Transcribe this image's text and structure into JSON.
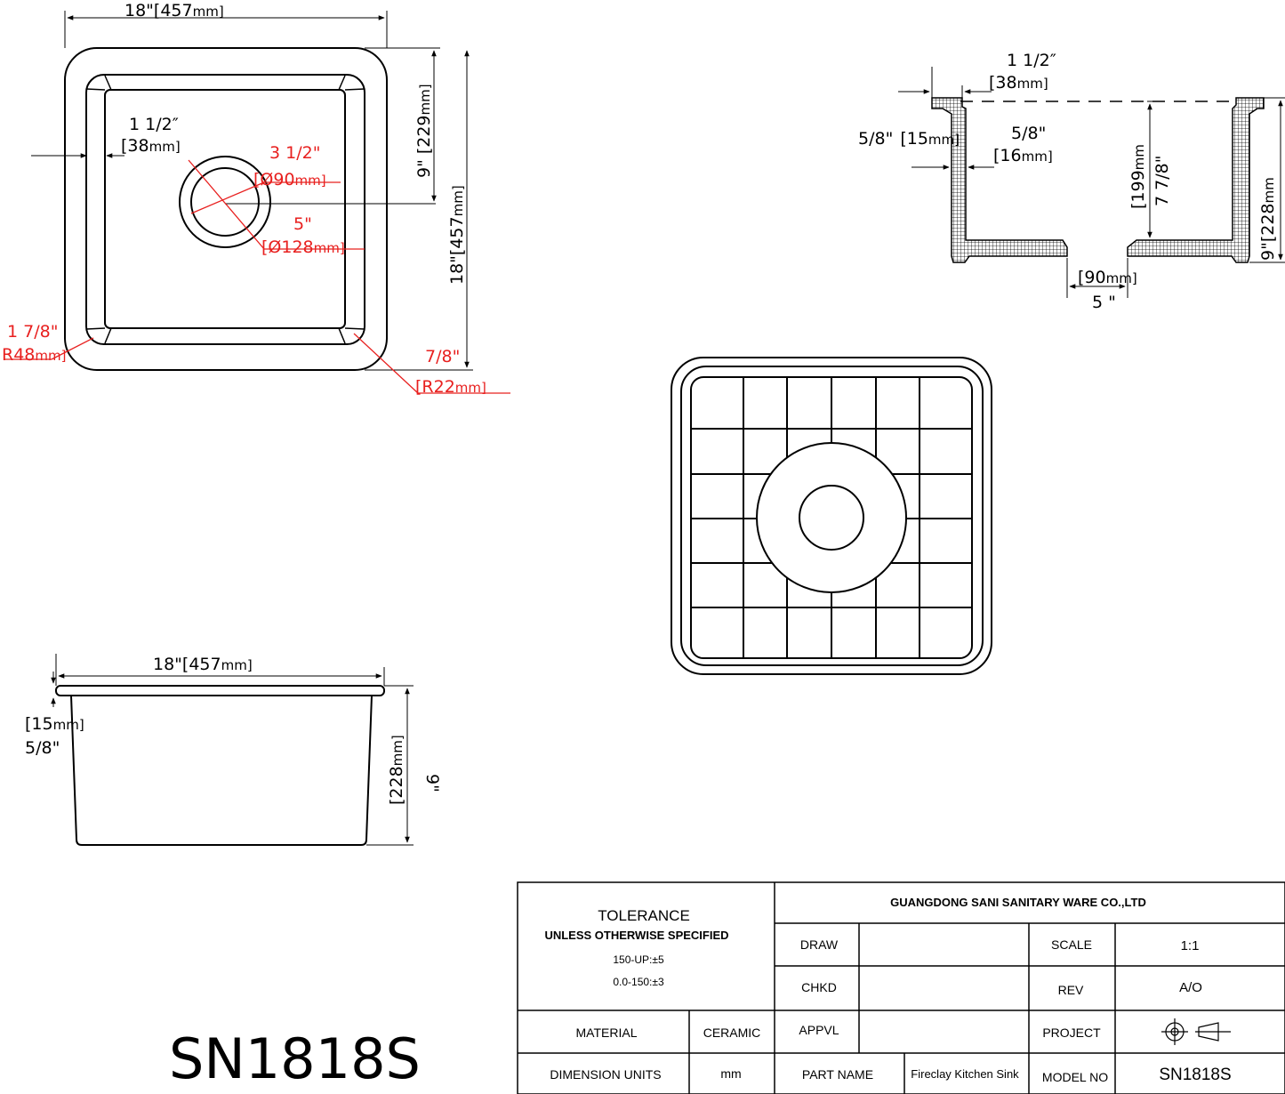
{
  "top_view": {
    "width_in": "18\"",
    "width_mm": "[457",
    "unit": "mm]",
    "offset_in": "1 1/2″",
    "offset_mm": "[38",
    "offset_unit": "mm]",
    "drain_in": "3 1/2\"",
    "drain_mm": "[Ø90",
    "drain_unit": "mm]",
    "flange_in": "5\"",
    "flange_mm": "[Ø128",
    "flange_unit": "mm]",
    "half_in": "9\"",
    "half_mm": "[229",
    "half_unit": "mm]",
    "height_in": "18\"",
    "height_mm": "[457",
    "height_unit": "mm]",
    "outer_radius_in": "1 7/8\"",
    "outer_radius_mm": "R48",
    "outer_radius_unit": "mm]",
    "inner_radius_in": "7/8\"",
    "inner_radius_mm": "[R22",
    "inner_radius_unit": "mm]"
  },
  "section_view": {
    "rim_in": "1 1/2″",
    "rim_mm": "[38",
    "rim_unit": "mm]",
    "wall_in": "5/8\"",
    "wall_mm": "[15",
    "wall_unit": "mm]",
    "side_in": "5/8\"",
    "side_mm": "[16",
    "side_unit": "mm]",
    "depth_mm": "[199",
    "depth_unit": "mm",
    "depth_in": "7 7/8\"",
    "total_in": "9\"",
    "total_mm": "[228",
    "total_unit": "mm",
    "drain_mm": "[90",
    "drain_unit": "mm]",
    "drain_in": "5 \""
  },
  "side_view": {
    "width_in": "18\"",
    "width_mm": "[457",
    "width_unit": "mm]",
    "rim_mm": "[15",
    "rim_unit": "mm]",
    "rim_in": "5/8\"",
    "height_mm": "[228",
    "height_unit": "mm]",
    "height_in": "9\""
  },
  "model_label": "SN1818S",
  "title_block": {
    "tolerance_title": "TOLERANCE",
    "tolerance_sub": "UNLESS OTHERWISE SPECIFIED",
    "tol1": "150-UP:±5",
    "tol2": "0.0-150:±3",
    "company": "GUANGDONG SANI SANITARY WARE CO.,LTD",
    "draw_label": "DRAW",
    "draw_value": "",
    "scale_label": "SCALE",
    "scale_value": "1:1",
    "chkd_label": "CHKD",
    "chkd_value": "",
    "rev_label": "REV",
    "rev_value": "A/O",
    "appvl_label": "APPVL",
    "appvl_value": "",
    "project_label": "PROJECT",
    "material_label": "MATERIAL",
    "material_value": "CERAMIC",
    "dim_units_label": "DIMENSION  UNITS",
    "dim_units_value": "mm",
    "part_name_label": "PART NAME",
    "part_name_value": "Fireclay Kitchen Sink",
    "model_no_label": "MODEL NO",
    "model_no_value": "SN1818S"
  },
  "colors": {
    "line": "#000000",
    "dimension_red": "#e8201f"
  }
}
